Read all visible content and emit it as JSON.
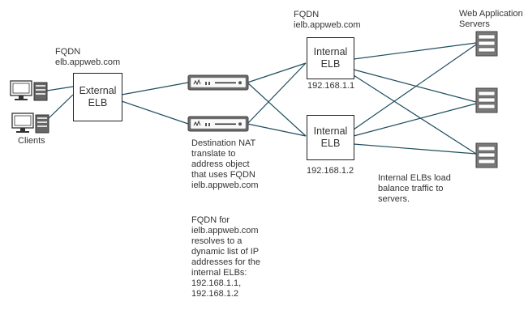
{
  "clients": {
    "label": "Clients"
  },
  "external_elb": {
    "fqdn_label": "FQDN\nelb.appweb.com",
    "name": "External\nELB"
  },
  "internal_elb_1": {
    "fqdn_label": "FQDN\nielb.appweb.com",
    "name": "Internal\nELB",
    "ip": "192.168.1.1"
  },
  "internal_elb_2": {
    "name": "Internal\nELB",
    "ip": "192.168.1.2"
  },
  "firewalls": {
    "nat_note": "Destination NAT\ntranslate to\naddress object\nthat uses FQDN\nielb.appweb.com"
  },
  "fqdn_note": "FQDN for\nielb.appweb.com\nresolves to a\ndynamic list of IP\naddresses for the\ninternal ELBs:\n192.168.1.1,\n192.168.1.2",
  "web_servers": {
    "label": "Web Application\nServers"
  },
  "internal_note": "Internal ELBs load\nbalance traffic to\nservers.",
  "icons": {
    "client": "desktop-computer-icon",
    "firewall": "firewall-appliance-icon",
    "server": "server-rack-icon"
  },
  "colors": {
    "link": "#1f4e5f",
    "firewall": "#6a6a6a",
    "server": "#7a7a7a",
    "box_border": "#222222"
  }
}
